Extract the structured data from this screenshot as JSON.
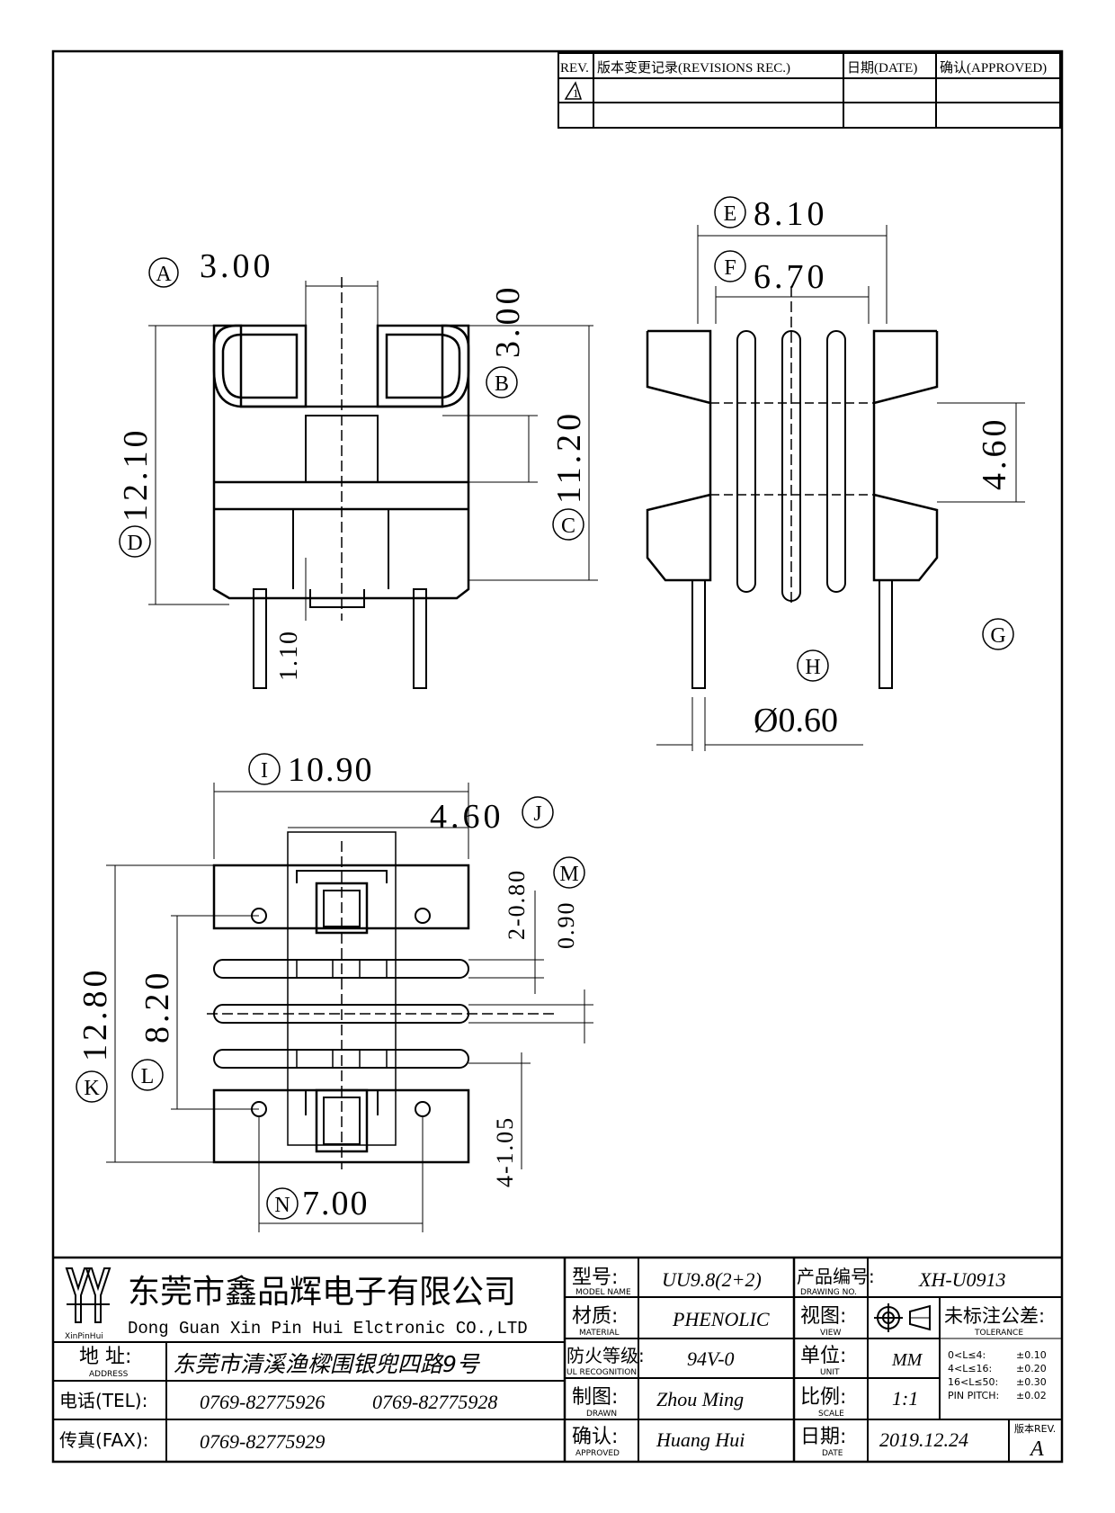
{
  "revision_table": {
    "rev_header": "REV.",
    "records_header": "版本变更记录(REVISIONS REC.)",
    "date_header": "日期(DATE)",
    "approved_header": "确认(APPROVED)",
    "rev_mark": "1"
  },
  "dimensions": {
    "A": {
      "marker": "A",
      "value": "3.00"
    },
    "B": {
      "marker": "B",
      "value": "3.00"
    },
    "C": {
      "marker": "C",
      "value": "11.20"
    },
    "D": {
      "marker": "D",
      "value": "12.10"
    },
    "pin_len": {
      "value": "1.10"
    },
    "E": {
      "marker": "E",
      "value": "8.10"
    },
    "F": {
      "marker": "F",
      "value": "6.70"
    },
    "side_h": {
      "value": "4.60"
    },
    "G": {
      "marker": "G"
    },
    "H": {
      "marker": "H",
      "value": "Ø0.60"
    },
    "I": {
      "marker": "I",
      "value": "10.90"
    },
    "J": {
      "marker": "J",
      "value": "4.60"
    },
    "M": {
      "marker": "M",
      "value_a": "2-0.80",
      "value_b": "0.90"
    },
    "K": {
      "marker": "K",
      "value": "12.80"
    },
    "L": {
      "marker": "L",
      "value": "8.20"
    },
    "hole": {
      "value": "4-1.05"
    },
    "N": {
      "marker": "N",
      "value": "7.00"
    }
  },
  "title_block": {
    "company_cn": "东莞市鑫品辉电子有限公司",
    "company_en": "Dong Guan Xin Pin Hui Elctronic CO.,LTD",
    "logo_text": "XinPinHui",
    "address_label": "地 址:",
    "address_label_en": "ADDRESS",
    "address_value": "东莞市清溪渔樑围银兜四路9号",
    "tel_label": "电话(TEL):",
    "tel_1": "0769-82775926",
    "tel_2": "0769-82775928",
    "fax_label": "传真(FAX):",
    "fax_value": "0769-82775929",
    "model_label": "型号:",
    "model_label_en": "MODEL NAME",
    "model_value": "UU9.8(2+2)",
    "material_label": "材质:",
    "material_label_en": "MATERIAL",
    "material_value": "PHENOLIC",
    "fire_label": "防火等级:",
    "fire_label_en": "UL RECOGNITION",
    "fire_value": "94V-0",
    "drawn_label": "制图:",
    "drawn_label_en": "DRAWN",
    "drawn_value": "Zhou Ming",
    "approved_label": "确认:",
    "approved_label_en": "APPROVED",
    "approved_value": "Huang Hui",
    "drawing_no_label": "产品编号:",
    "drawing_no_label_en": "DRAWING NO.",
    "drawing_no_value": "XH-U0913",
    "view_label": "视图:",
    "view_label_en": "VIEW",
    "unit_label": "单位:",
    "unit_label_en": "UNIT",
    "unit_value": "MM",
    "scale_label": "比例:",
    "scale_label_en": "SCALE",
    "scale_value": "1:1",
    "date_label": "日期:",
    "date_label_en": "DATE",
    "date_value": "2019.12.24",
    "tolerance_label": "未标注公差:",
    "tolerance_label_en": "TOLERANCE",
    "tolerances": [
      {
        "range": "0<L≤4:",
        "value": "±0.10"
      },
      {
        "range": "4<L≤16:",
        "value": "±0.20"
      },
      {
        "range": "16<L≤50:",
        "value": "±0.30"
      },
      {
        "range": "PIN PITCH:",
        "value": "±0.02"
      }
    ],
    "version_label": "版本REV.",
    "version_value": "A"
  }
}
